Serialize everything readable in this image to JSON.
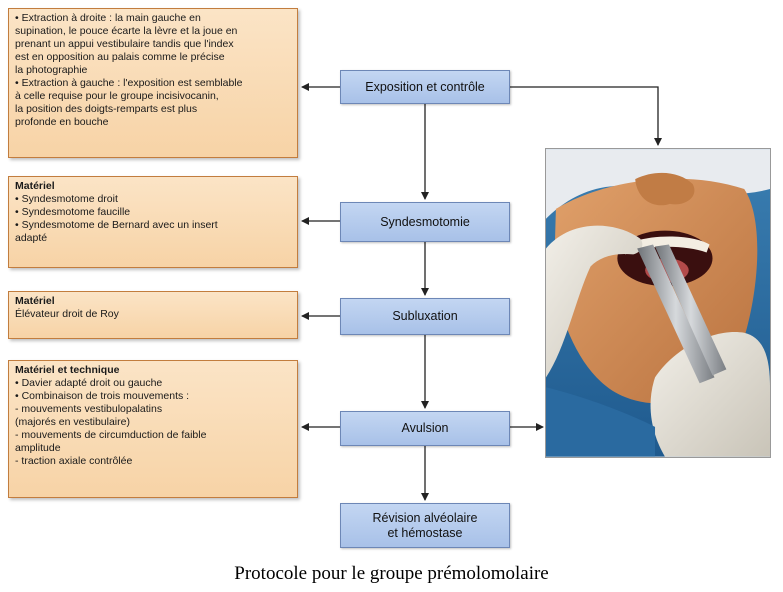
{
  "notes": {
    "exposition": {
      "lines": [
        "• Extraction à droite : la main gauche en",
        "supination, le pouce écarte la lèvre et la joue en",
        "prenant un appui vestibulaire tandis que l'index",
        "est en opposition au palais comme le précise",
        "la photographie",
        "• Extraction à gauche : l'exposition est semblable",
        "à celle requise pour le groupe incisivocanin,",
        "la position des doigts-remparts est plus",
        "profonde en bouche"
      ]
    },
    "syndesmotomie": {
      "title": "Matériel",
      "lines": [
        "• Syndesmotome droit",
        "• Syndesmotome faucille",
        "• Syndesmotome de Bernard avec un insert",
        "adapté"
      ]
    },
    "subluxation": {
      "title": "Matériel",
      "lines": [
        "Élévateur droit de Roy"
      ]
    },
    "avulsion": {
      "title": "Matériel et technique",
      "lines": [
        "• Davier adapté droit ou gauche",
        "• Combinaison de trois mouvements :",
        "- mouvements vestibulopalatins",
        "(majorés en vestibulaire)",
        "- mouvements de circumduction de faible",
        "amplitude",
        "- traction axiale contrôlée"
      ]
    }
  },
  "steps": {
    "exposition": [
      "Exposition et contrôle"
    ],
    "syndesmotomie": [
      "Syndesmotomie"
    ],
    "subluxation": [
      "Subluxation"
    ],
    "avulsion": [
      "Avulsion"
    ],
    "revision": [
      "Révision alvéolaire",
      "et hémostase"
    ]
  },
  "caption": "Protocole pour le groupe prémolomolaire",
  "colors": {
    "note_fill": "#f7d3a6",
    "note_border": "#c27d3e",
    "step_fill": "#a8c1e8",
    "step_border": "#6d87b6",
    "arrow": "#222222"
  }
}
